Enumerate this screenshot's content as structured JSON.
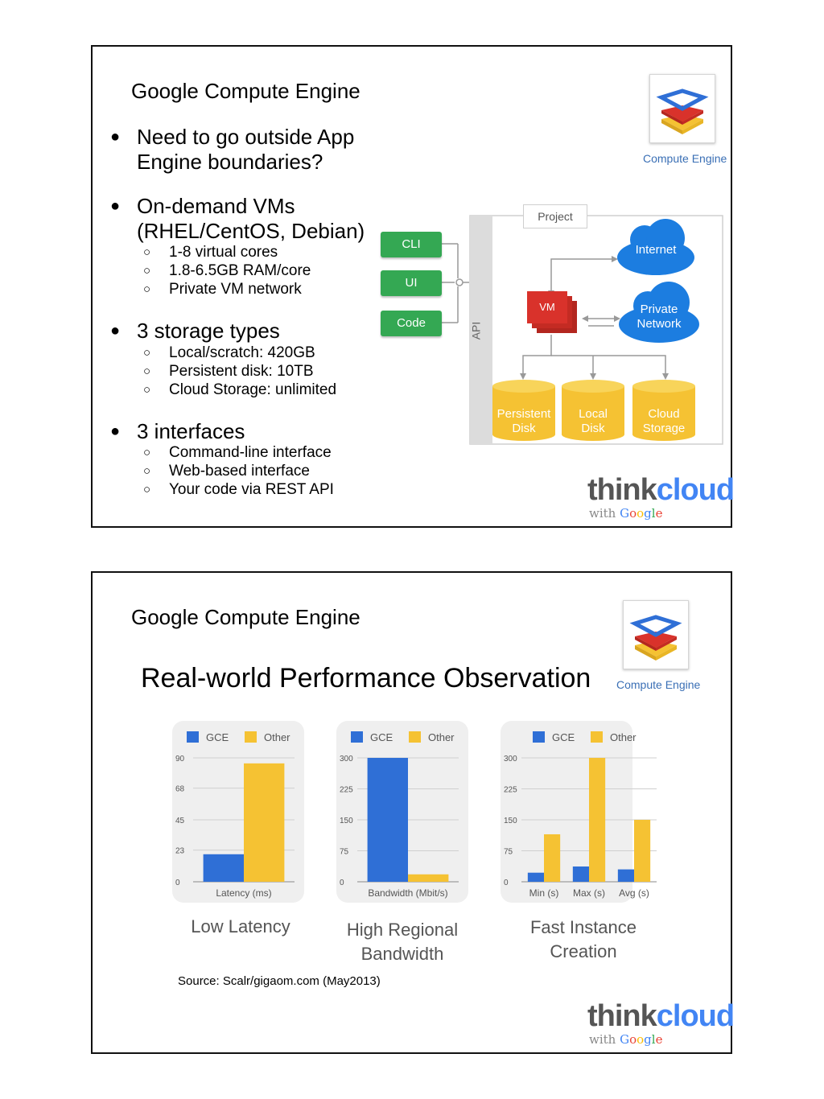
{
  "slide1": {
    "heading": "Google Compute Engine",
    "compute_engine_label": "Compute Engine",
    "bullets": [
      {
        "lines": [
          "Need to go outside App",
          "Engine boundaries?"
        ],
        "subs": []
      },
      {
        "lines": [
          "On-demand VMs",
          "(RHEL/CentOS, Debian)"
        ],
        "subs": [
          "1-8 virtual cores",
          "1.8-6.5GB RAM/core",
          "Private VM network"
        ]
      },
      {
        "lines": [
          "3 storage types"
        ],
        "subs": [
          "Local/scratch: 420GB",
          "Persistent disk: 10TB",
          "Cloud Storage: unlimited"
        ]
      },
      {
        "lines": [
          "3 interfaces"
        ],
        "subs": [
          "Command-line interface",
          "Web-based interface",
          "Your code via REST API"
        ]
      }
    ],
    "diagram": {
      "project": "Project",
      "api": "API",
      "buttons": [
        "CLI",
        "UI",
        "Code"
      ],
      "vm": "VM",
      "internet": "Internet",
      "private_network": [
        "Private",
        "Network"
      ],
      "storage": [
        [
          "Persistent",
          "Disk"
        ],
        [
          "Local",
          "Disk"
        ],
        [
          "Cloud",
          "Storage"
        ]
      ]
    },
    "logo": {
      "think": "think",
      "cloud": "cloud",
      "with": "with",
      "google": "Google"
    }
  },
  "slide2": {
    "heading": "Google Compute Engine",
    "subheading": "Real-world Performance Observation",
    "compute_engine_label": "Compute Engine",
    "source": "Source: Scalr/gigaom.com (May2013)",
    "logo": {
      "think": "think",
      "cloud": "cloud",
      "with": "with",
      "google": "Google"
    }
  },
  "colors": {
    "gce": "#2f6fd6",
    "other": "#f5c233",
    "green": "#34a853",
    "red": "#d9322b",
    "blue": "#1c7de0"
  },
  "chart_data": [
    {
      "type": "bar",
      "caption": "Low Latency",
      "legend": [
        "GCE",
        "Other"
      ],
      "categories": [
        "Latency (ms)"
      ],
      "series": [
        {
          "name": "GCE",
          "values": [
            20
          ]
        },
        {
          "name": "Other",
          "values": [
            86
          ]
        }
      ],
      "yticks": [
        "90",
        "68",
        "45",
        "23",
        "0"
      ],
      "ylim": [
        0,
        90
      ]
    },
    {
      "type": "bar",
      "caption": "High Regional Bandwidth",
      "legend": [
        "GCE",
        "Other"
      ],
      "categories": [
        "Bandwidth (Mbit/s)"
      ],
      "series": [
        {
          "name": "GCE",
          "values": [
            300
          ]
        },
        {
          "name": "Other",
          "values": [
            18
          ]
        }
      ],
      "yticks": [
        "300",
        "225",
        "150",
        "75",
        "0"
      ],
      "ylim": [
        0,
        300
      ]
    },
    {
      "type": "bar",
      "caption": "Fast Instance Creation",
      "legend": [
        "GCE",
        "Other"
      ],
      "categories": [
        "Min (s)",
        "Max (s)",
        "Avg (s)"
      ],
      "series": [
        {
          "name": "GCE",
          "values": [
            22,
            37,
            30
          ]
        },
        {
          "name": "Other",
          "values": [
            115,
            300,
            150
          ]
        }
      ],
      "yticks": [
        "300",
        "225",
        "150",
        "75",
        "0"
      ],
      "ylim": [
        0,
        300
      ]
    }
  ]
}
